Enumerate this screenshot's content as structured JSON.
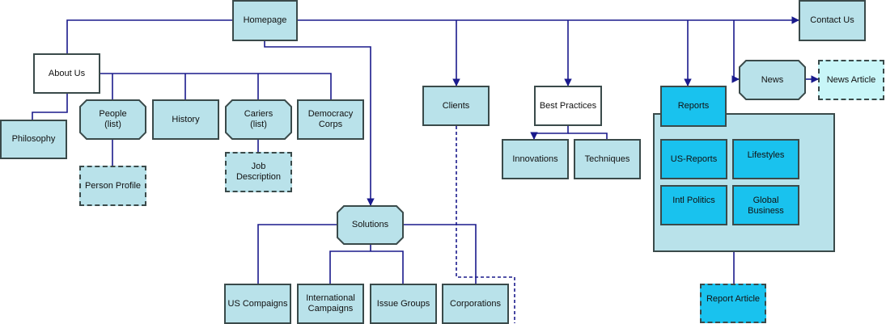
{
  "nodes": {
    "homepage": "Homepage",
    "contact_us": "Contact Us",
    "about_us": "About Us",
    "philosophy": "Philosophy",
    "people": "People\n(list)",
    "history": "History",
    "cariers": "Cariers\n(list)",
    "democracy_corps": "Democracy\nCorps",
    "person_profile": "Person Profile",
    "job_description": "Job Description",
    "clients": "Clients",
    "best_practices": "Best Practices",
    "innovations": "Innovations",
    "techniques": "Techniques",
    "news": "News",
    "news_article": "News Article",
    "reports": "Reports",
    "us_reports": "US-Reports",
    "lifestyles": "Lifestyles",
    "intl_politics": "Intl Politics",
    "global_business": "Global Business",
    "report_article": "Report Article",
    "solutions": "Solutions",
    "us_compaigns": "US Compaigns",
    "international_campaigns": "International\nCampaigns",
    "issue_groups": "Issue Groups",
    "corporations": "Corporations"
  },
  "colors": {
    "node_fill": "#b9e2ea",
    "node_bright": "#19c2ee",
    "node_border": "#3a4a4a",
    "connector": "#1a1a8c"
  }
}
